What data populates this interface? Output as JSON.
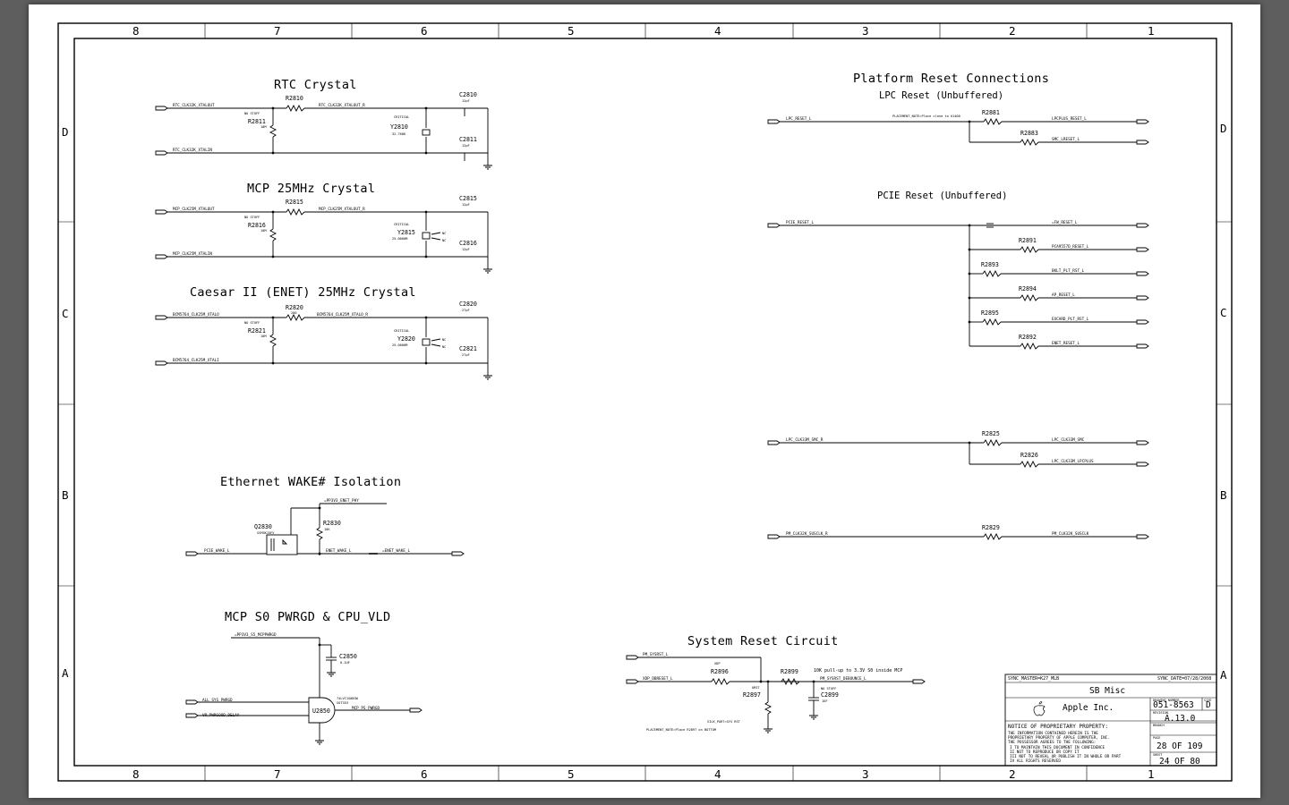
{
  "zones": {
    "columns": [
      "8",
      "7",
      "6",
      "5",
      "4",
      "3",
      "2",
      "1"
    ],
    "rows": [
      "D",
      "C",
      "B",
      "A"
    ]
  },
  "sections": {
    "rtc": {
      "title": "RTC Crystal",
      "net_out": "RTC_CLK32K_XTALOUT",
      "net_out_r": "RTC_CLK32K_XTALOUT_R",
      "net_in": "RTC_CLK32K_XTALIN",
      "r_series": "R2810",
      "r_load": "R2811",
      "r_load_val": "10M",
      "no_stuff": "NO STUFF",
      "crit": "CRITICAL",
      "xtal": "Y2810",
      "xtal_val": "32.768K",
      "c1": "C2810",
      "c1_val": "12pF",
      "c2": "C2811",
      "c2_val": "12pF"
    },
    "mcp": {
      "title": "MCP 25MHz Crystal",
      "net_out": "MCP_CLK25M_XTALOUT",
      "net_out_r": "MCP_CLK25M_XTALOUT_R",
      "net_in": "MCP_CLK25M_XTALIN",
      "r_series": "R2815",
      "r_load": "R2816",
      "r_load_val": "10M",
      "no_stuff": "NO STUFF",
      "crit": "CRITICAL",
      "xtal": "Y2815",
      "xtal_val": "25.0000M",
      "c1": "C2815",
      "c1_val": "12pF",
      "c2": "C2816",
      "c2_val": "12pF",
      "nc": "NC"
    },
    "caesar": {
      "title": "Caesar II (ENET) 25MHz Crystal",
      "net_out": "BCM5764_CLK25M_XTALO",
      "net_out_r": "BCM5764_CLK25M_XTALO_R",
      "net_in": "BCM5764_CLK25M_XTALI",
      "r_series": "R2820",
      "r_series_val": "200",
      "r_load": "R2821",
      "r_load_val": "10M",
      "no_stuff": "NO STUFF",
      "crit": "CRITICAL",
      "xtal": "Y2820",
      "xtal_val": "25.0000M",
      "c1": "C2820",
      "c1_val": "27pF",
      "c2": "C2821",
      "c2_val": "27pF",
      "nc": "NC"
    },
    "wake": {
      "title": "Ethernet WAKE# Isolation",
      "pwr": "=PP3V3_ENET_PHY",
      "q": "Q2830",
      "q_part": "SSM3K15FV",
      "r": "R2830",
      "r_val": "10K",
      "net_in": "PCIE_WAKE_L",
      "net_mid": "ENET_WAKE_L",
      "net_out": "=ENET_WAKE_L"
    },
    "s0": {
      "title": "MCP S0 PWRGD & CPU_VLD",
      "pwr": "=PP3V3_S5_MCPPWRGD",
      "cap": "C2850",
      "cap_val": "0.1UF",
      "gate": "74LVC1G08GW",
      "gate_pkg": "SOT353",
      "u": "U2850",
      "in1": "ALL_SYS_PWRGD",
      "in2": "VR_PWRGOOD_DELAY",
      "out": "MCP_PS_PWRGD"
    },
    "platform": {
      "title": "Platform Reset Connections",
      "lpc_title": "LPC Reset (Unbuffered)",
      "pcie_title": "PCIE Reset (Unbuffered)",
      "lpc_in": "LPC_RESET_L",
      "lpc_r1": "R2881",
      "lpc_r2": "R2883",
      "lpc_out1": "LPCPLUS_RESET_L",
      "lpc_out2": "SMC_LRESET_L",
      "pcie_in": "PCIE_RESET_L",
      "pcie_out0": "=FW_RESET_L",
      "pcie_r": [
        "R2891",
        "R2893",
        "R2894",
        "R2895",
        "R2892"
      ],
      "pcie_outs": [
        "PCA9557D_RESET_L",
        "BKLT_PLT_RST_L",
        "AP_RESET_L",
        "EXCARD_PLT_RST_L",
        "ENET_RESET_L"
      ],
      "note": "PLACEMENT_NOTE=Place close to U1400"
    },
    "clk": {
      "lpc_clk_in": "LPC_CLK33M_SMC_R",
      "r2825": "R2825",
      "lpc_clk_out1": "LPC_CLK33M_SMC",
      "r2826": "R2826",
      "lpc_clk_out2": "LPC_CLK33M_LPCPLUS",
      "pm_in": "PM_CLK32K_SUSCLK_R",
      "r2829": "R2829",
      "pm_out": "PM_CLK32K_SUSCLK"
    },
    "sysreset": {
      "title": "System Reset Circuit",
      "net1": "PM_SYSRST_L",
      "net2": "XDP_DBRESET_L",
      "xdp": "XDP",
      "r2896": "R2896",
      "omit": "OMIT",
      "r2897": "R2897",
      "r2899": "R2899",
      "pullup_note": "10K pull-up to 3.3V S0 inside MCP",
      "out": "PM_SYSRST_DEBOUNCE_L",
      "no_stuff": "NO STUFF",
      "cap": "C2899",
      "cap_val": "1UF",
      "side": "SILK_PART=SYS RST",
      "note": "PLACEMENT_NOTE=Place R2897 on BOTTOM"
    }
  },
  "titleblock": {
    "sync_master": "SYNC_MASTER=K27_MLB",
    "sync_date": "SYNC_DATE=07/28/2008",
    "page_title": "SB Misc",
    "company": "Apple Inc.",
    "drawing_number_label": "DRAWING NUMBER",
    "drawing_number": "051-8563",
    "size_label": "SIZE",
    "size": "D",
    "revision_label": "REVISION",
    "revision": "A.13.0",
    "branch_label": "BRANCH",
    "page_label": "PAGE",
    "page": "28 OF 109",
    "sheet_label": "SHEET",
    "sheet": "24 OF 80",
    "notice_title": "NOTICE OF PROPRIETARY PROPERTY:",
    "notice_1": "THE INFORMATION CONTAINED HEREIN IS THE",
    "notice_2": "PROPRIETARY PROPERTY OF APPLE COMPUTER, INC.",
    "notice_3": "THE POSSESSOR AGREES TO THE FOLLOWING:",
    "notice_4": "I TO MAINTAIN THIS DOCUMENT IN CONFIDENCE",
    "notice_5": "II NOT TO REPRODUCE OR COPY IT",
    "notice_6": "III NOT TO REVEAL OR PUBLISH IT IN WHOLE OR PART",
    "notice_7": "IV ALL RIGHTS RESERVED"
  }
}
